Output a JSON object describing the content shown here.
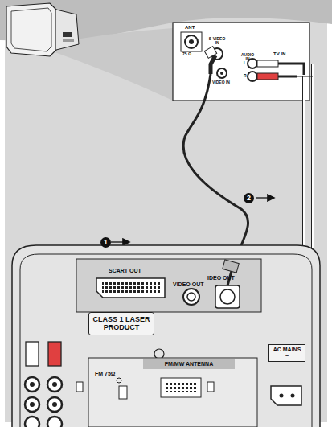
{
  "diagram": {
    "nodes": [
      {
        "text": [
          "CLASS 1 LASER PRODUCT"
        ]
      },
      {
        "text": [
          "AC MAINS ~"
        ]
      },
      {
        "text": [
          "FM/MW ANTENNA"
        ]
      }
    ],
    "labels": [
      "ANT",
      "75 Ω",
      "S-VIDEO IN",
      "VIDEO IN",
      "AUDIO IN",
      "L",
      "R",
      "TV IN",
      "1",
      "2",
      "SCART OUT",
      "VIDEO OUT",
      "IDEO OUT",
      "FM 75Ω"
    ]
  }
}
